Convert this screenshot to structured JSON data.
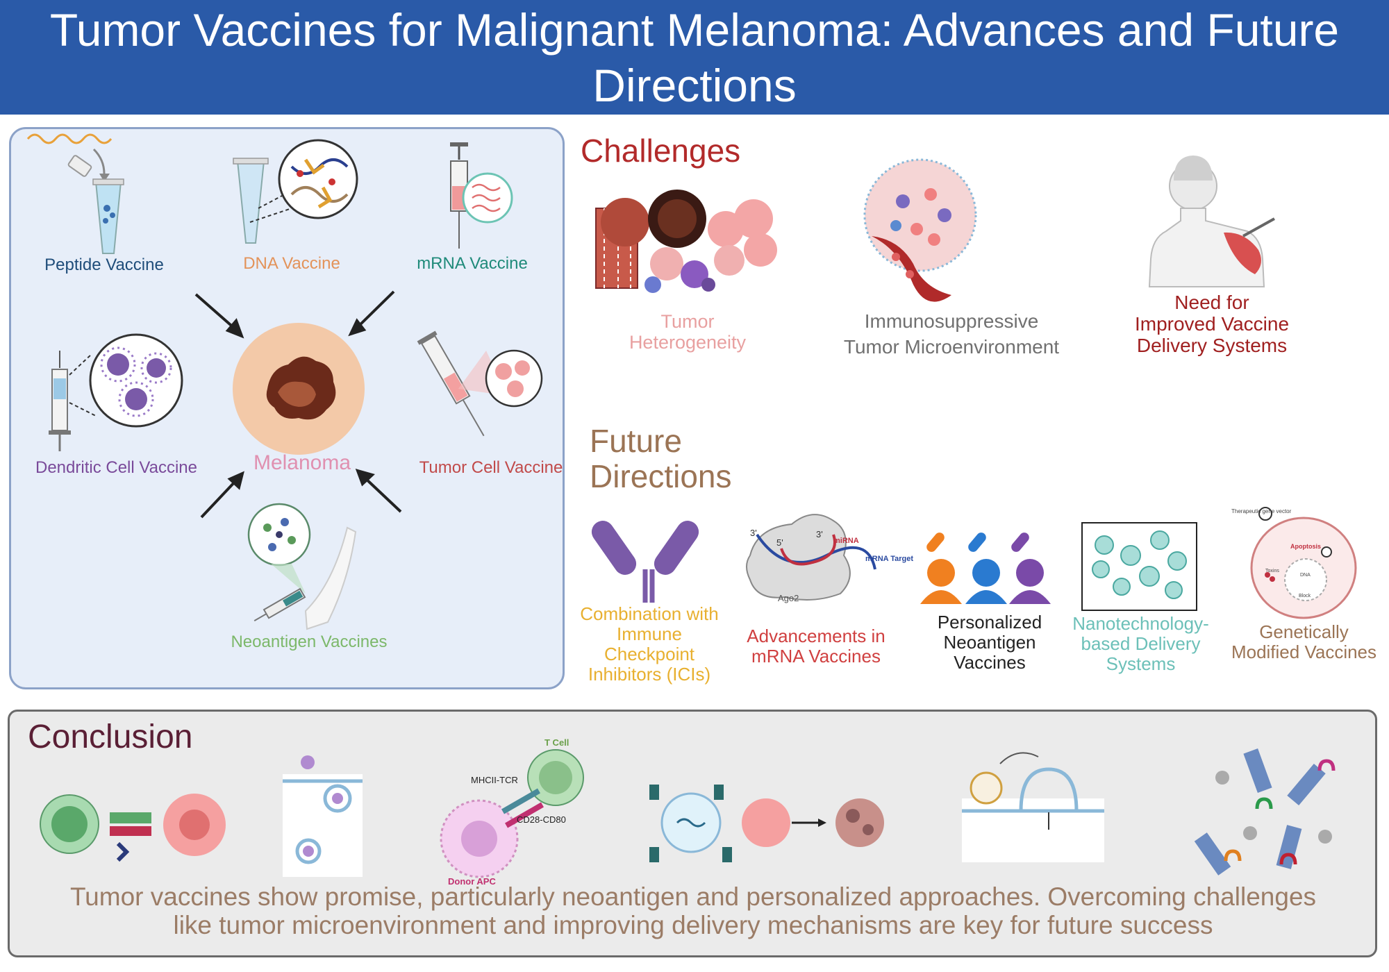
{
  "title": "Tumor Vaccines for Malignant Melanoma: Advances and Future Directions",
  "vaccine_types": {
    "center": "Melanoma",
    "peptide": "Peptide Vaccine",
    "dna": "DNA Vaccine",
    "mrna": "mRNA Vaccine",
    "dendritic": "Dendritic Cell Vaccine",
    "tumor_cell": "Tumor Cell Vaccine",
    "neoantigen": "Neoantigen Vaccines"
  },
  "challenges": {
    "heading": "Challenges",
    "items": [
      {
        "line1": "Tumor",
        "line2": "Heterogeneity"
      },
      {
        "line1": "Immunosuppressive",
        "line2": "Tumor Microenvironment"
      },
      {
        "line1": "Need for",
        "line2": "Improved Vaccine",
        "line3": "Delivery Systems"
      }
    ]
  },
  "future": {
    "heading_line1": "Future",
    "heading_line2": "Directions",
    "items": [
      {
        "lines": [
          "Combination with",
          "Immune",
          "Checkpoint",
          "Inhibitors (ICIs)"
        ]
      },
      {
        "lines": [
          "Advancements in",
          "mRNA Vaccines"
        ]
      },
      {
        "lines": [
          "Personalized",
          "Neoantigen",
          "Vaccines"
        ]
      },
      {
        "lines": [
          "Nanotechnology-",
          "based Delivery",
          "Systems"
        ]
      },
      {
        "lines": [
          "Genetically",
          "Modified Vaccines"
        ]
      }
    ],
    "mirna_labels": {
      "three_prime_a": "3'",
      "five_prime": "5'",
      "three_prime_b": "3'",
      "mirna": "miRNA",
      "target": "mRNA Target",
      "ago2": "Ago2"
    },
    "gm_labels": {
      "vector": "Therapeutic gene vector",
      "apoptosis": "Apoptosis",
      "toxins": "Toxins",
      "dna": "DNA",
      "block": "Block"
    }
  },
  "conclusion": {
    "heading": "Conclusion",
    "labels": {
      "t_cell": "T Cell",
      "mhc": "MHCII-TCR",
      "cd28": "CD28-CD80",
      "donor": "Donor APC"
    },
    "summary_line1": "Tumor vaccines show promise, particularly neoantigen and personalized approaches. Overcoming challenges",
    "summary_line2": "like tumor microenvironment and improving delivery mechanisms are key for future success"
  },
  "colors": {
    "header_bg": "#2a5aa8",
    "challenges": "#b22a2a",
    "future": "#9b7455",
    "conclusion": "#5a1f35",
    "peptide": "#1f4d7a",
    "dna": "#e3935a",
    "mrna": "#1f8a7a",
    "dendritic": "#7a4a9a",
    "tumor_cell": "#c14a4a",
    "neoantigen": "#7cb86a",
    "melanoma": "#e090b0"
  }
}
